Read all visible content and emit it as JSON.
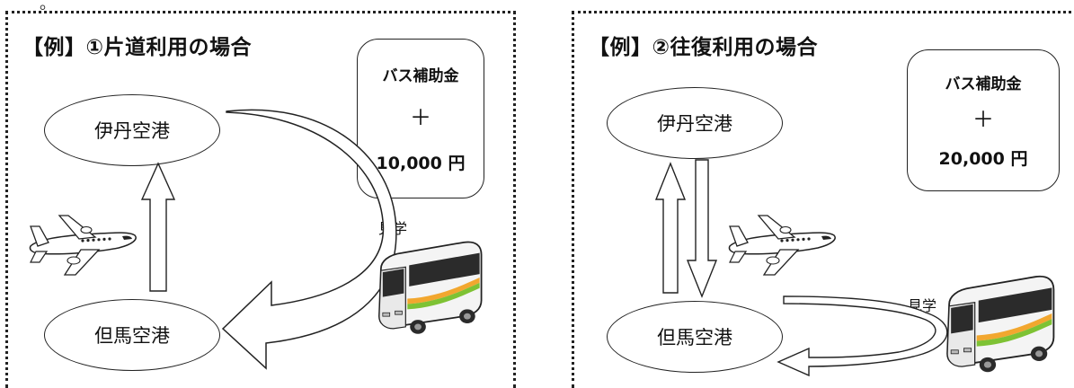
{
  "top_fragment": "。",
  "left_panel": {
    "title": "【例】①片道利用の場合",
    "subsidy_label": "バス補助金",
    "plus": "＋",
    "amount": "10,000 円",
    "airport_top": "伊丹空港",
    "airport_bottom": "但馬空港",
    "tour_label": "見学"
  },
  "right_panel": {
    "title": "【例】②往復利用の場合",
    "subsidy_label": "バス補助金",
    "plus": "＋",
    "amount": "20,000 円",
    "airport_top": "伊丹空港",
    "airport_bottom": "但馬空港",
    "tour_label": "見学"
  },
  "icons": [
    "airplane-icon",
    "bus-icon",
    "arrow-up-icon",
    "arrow-down-icon",
    "curved-arrow-icon"
  ],
  "colors": {
    "bus_body": "#f4f4f4",
    "bus_stripe_green": "#7ec234",
    "bus_stripe_orange": "#f2a72f",
    "bus_window": "#2b2b2b",
    "outline": "#222222"
  }
}
